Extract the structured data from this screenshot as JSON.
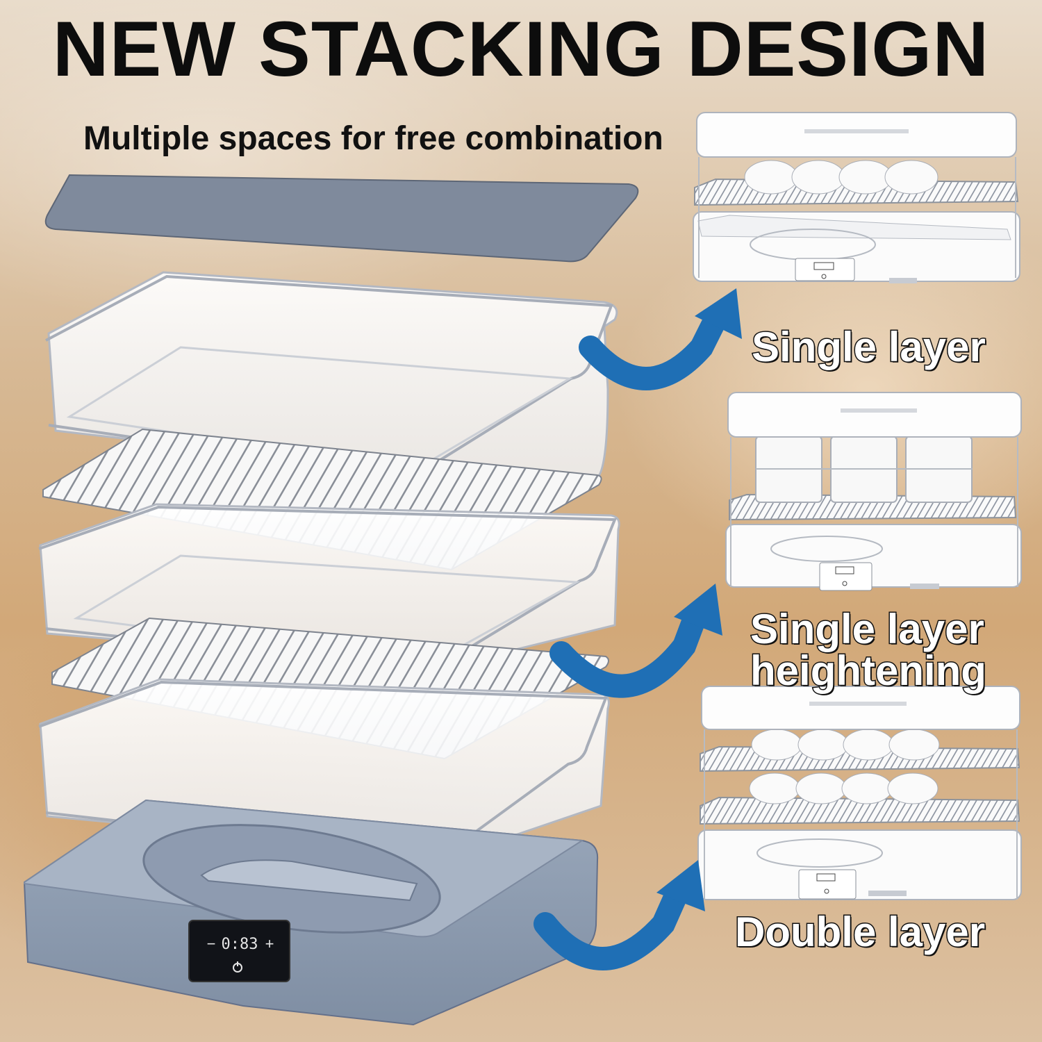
{
  "header": {
    "title": "NEW STACKING DESIGN",
    "subtitle": "Multiple spaces for free combination"
  },
  "configurations": [
    {
      "label_line1": "Single layer",
      "label_line2": ""
    },
    {
      "label_line1": "Single layer",
      "label_line2": "heightening"
    },
    {
      "label_line1": "Double layer",
      "label_line2": ""
    }
  ],
  "control_panel": {
    "minus": "−",
    "display": "0:83",
    "plus": "+",
    "power_icon": "power-icon"
  },
  "colors": {
    "arrow": "#1f6fb5",
    "base": "#8c9bb0",
    "tray_edge": "#b8bcc4"
  }
}
